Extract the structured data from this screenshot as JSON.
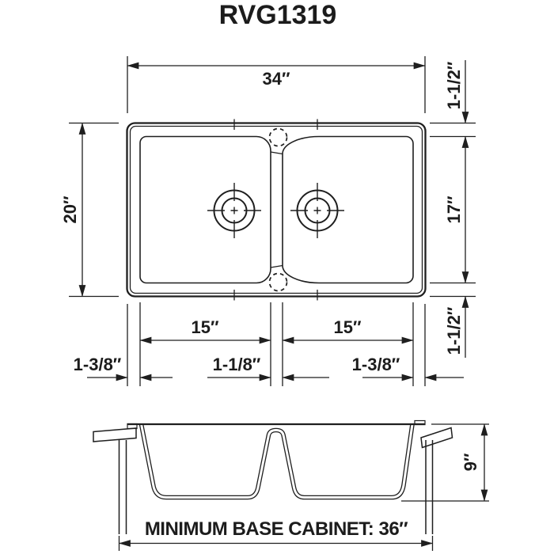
{
  "title": "RVG1319",
  "colors": {
    "line": "#1f1f1f",
    "background": "#ffffff"
  },
  "top_view": {
    "overall_width_label": "34″",
    "overall_depth_label": "20″",
    "rim_top_label": "1-1/2″",
    "bowl_front_back_label": "17″",
    "rim_bottom_label": "1-1/2″",
    "left_bowl_width_label": "15″",
    "right_bowl_width_label": "15″",
    "rim_left_label": "1-3/8″",
    "divider_width_label": "1-1/8″",
    "rim_right_label": "1-3/8″"
  },
  "front_view": {
    "bowl_depth_label": "9″",
    "cabinet_note": "MINIMUM BASE CABINET: 36″"
  }
}
